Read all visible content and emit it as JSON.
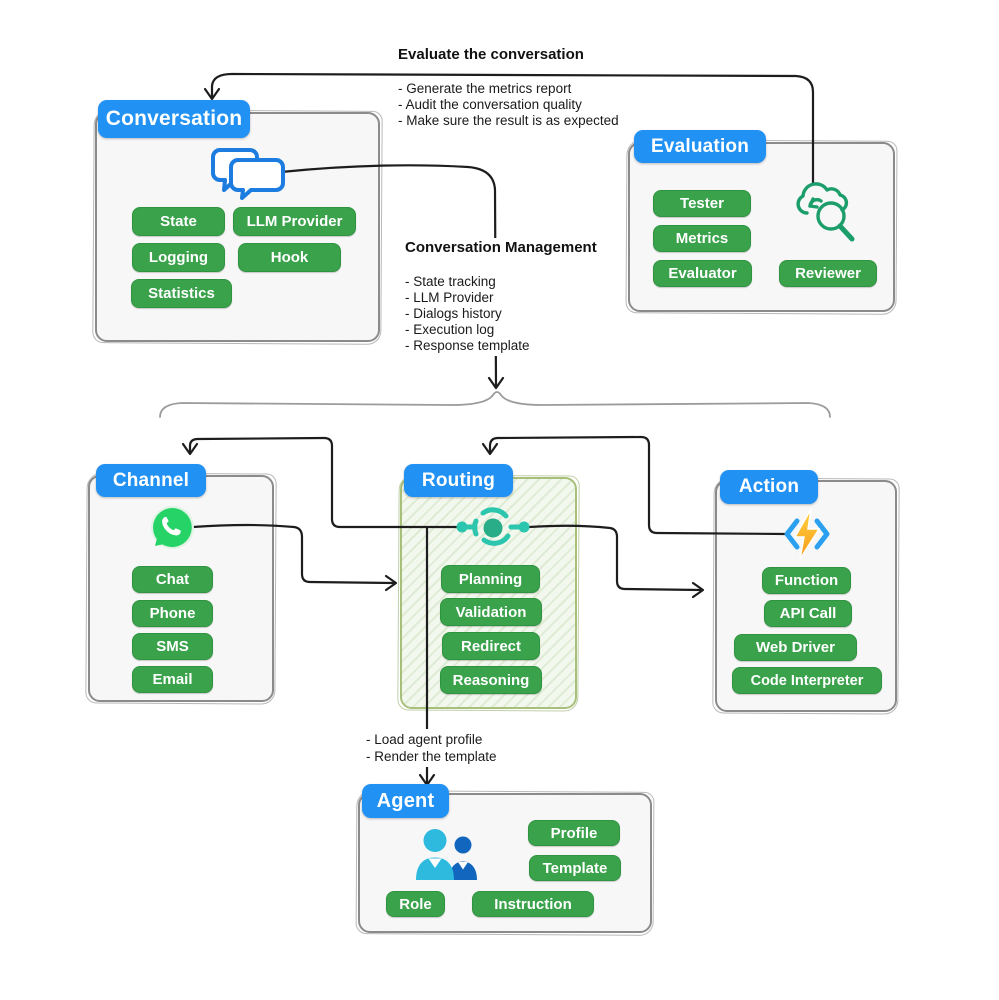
{
  "colors": {
    "title_pill_blue": "#2191f4",
    "feature_pill_green": "#3aa24b",
    "connector_black": "#1d1d1d",
    "brace_gray": "#9b9b9b",
    "box_border_gray": "#8b8b8b",
    "routing_box_border": "#a8bf7a",
    "whatsapp_green": "#25d366",
    "hub_teal": "#2cc5ad",
    "cloud_search_green": "#1c9e6b",
    "chat_bubble_blue": "#1c7ce0",
    "bolt_orange": "#f89b1c",
    "bolt_yellow": "#ffd23e",
    "bracket_blue": "#2b9ff0",
    "person_light_blue": "#2ebade",
    "person_dark_blue": "#1266bd"
  },
  "annotations": {
    "evaluate": {
      "title": "Evaluate the conversation",
      "bullets": [
        "- Generate the metrics report",
        "- Audit the conversation quality",
        "- Make sure the result is as expected"
      ]
    },
    "management": {
      "title": "Conversation Management",
      "bullets": [
        "- State tracking",
        "- LLM Provider",
        "- Dialogs history",
        "- Execution log",
        "- Response template"
      ]
    },
    "agent_note": {
      "bullets": [
        "- Load agent profile",
        "- Render the template"
      ]
    }
  },
  "boxes": {
    "conversation": {
      "title": "Conversation",
      "icon": "chat-bubbles-icon",
      "pills": [
        "State",
        "LLM Provider",
        "Logging",
        "Hook",
        "Statistics"
      ]
    },
    "evaluation": {
      "title": "Evaluation",
      "icon": "cloud-search-icon",
      "pills": [
        "Tester",
        "Metrics",
        "Evaluator",
        "Reviewer"
      ]
    },
    "channel": {
      "title": "Channel",
      "icon": "whatsapp-icon",
      "pills": [
        "Chat",
        "Phone",
        "SMS",
        "Email"
      ]
    },
    "routing": {
      "title": "Routing",
      "icon": "routing-hub-icon",
      "pills": [
        "Planning",
        "Validation",
        "Redirect",
        "Reasoning"
      ]
    },
    "action": {
      "title": "Action",
      "icon": "function-bolt-icon",
      "pills": [
        "Function",
        "API Call",
        "Web Driver",
        "Code Interpreter"
      ]
    },
    "agent": {
      "title": "Agent",
      "icon": "agent-users-icon",
      "pills": [
        "Profile",
        "Template",
        "Role",
        "Instruction"
      ]
    }
  }
}
